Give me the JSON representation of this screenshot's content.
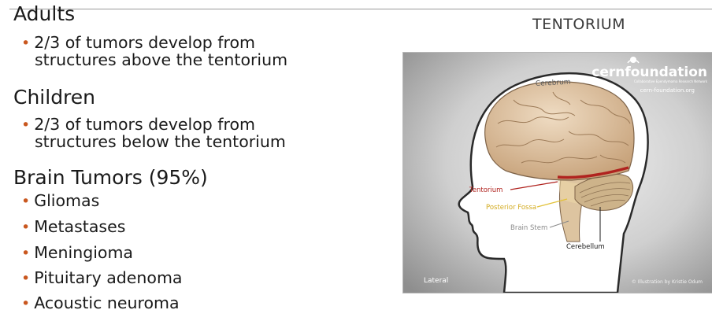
{
  "sections": [
    {
      "heading": "Adults",
      "bullets": [
        {
          "line1": "2/3 of tumors develop from",
          "line2": "structures above the tentorium"
        }
      ]
    },
    {
      "heading": "Children",
      "bullets": [
        {
          "line1": "2/3 of tumors develop from",
          "line2": "structures below the tentorium"
        }
      ]
    },
    {
      "heading": "Brain Tumors (95%)",
      "bullets": [
        {
          "line1": "Gliomas"
        },
        {
          "line1": "Metastases"
        },
        {
          "line1": "Meningioma"
        },
        {
          "line1": "Pituitary adenoma"
        },
        {
          "line1": "Acoustic neuroma"
        }
      ]
    }
  ],
  "figure": {
    "title": "TENTORIUM",
    "logo": {
      "name": "cernfoundation",
      "tagline": "Collaborative Ependymoma Research Network",
      "url": "cern-foundation.org"
    },
    "labels": {
      "cerebrum": "Cerebrum",
      "tentorium": "Tentorium",
      "posterior_fossa": "Posterior Fossa",
      "brain_stem": "Brain Stem",
      "cerebellum": "Cerebellum",
      "view": "Lateral",
      "credit": "© Illustration by Kristie Odum"
    },
    "colors": {
      "tentorium": "#b0231f",
      "posterior_fossa": "#e2c23a",
      "bullet": "#c9571f"
    }
  }
}
